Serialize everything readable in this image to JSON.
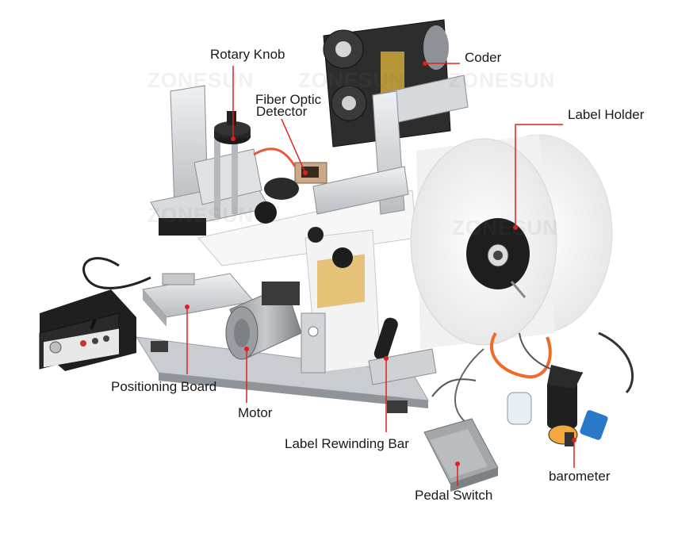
{
  "watermark": "ZONESUN",
  "labels": {
    "rotary_knob": "Rotary Knob",
    "fiber_optic_detector_line1": "Fiber Optic",
    "fiber_optic_detector_line2": "Detector",
    "coder": "Coder",
    "label_holder": "Label Holder",
    "positioning_board": "Positioning Board",
    "motor": "Motor",
    "label_rewinding_bar": "Label Rewinding Bar",
    "pedal_switch": "Pedal Switch",
    "barometer": "barometer"
  },
  "colors": {
    "leader_line": "#e0211b",
    "machine_silver": "#d9dcdf",
    "machine_dark": "#2b2b2b",
    "label_roll": "#f4f4f4",
    "air_hose": "#f06a2a",
    "pedal_gray": "#9ea2a5",
    "connector_blue": "#2a78c8"
  }
}
